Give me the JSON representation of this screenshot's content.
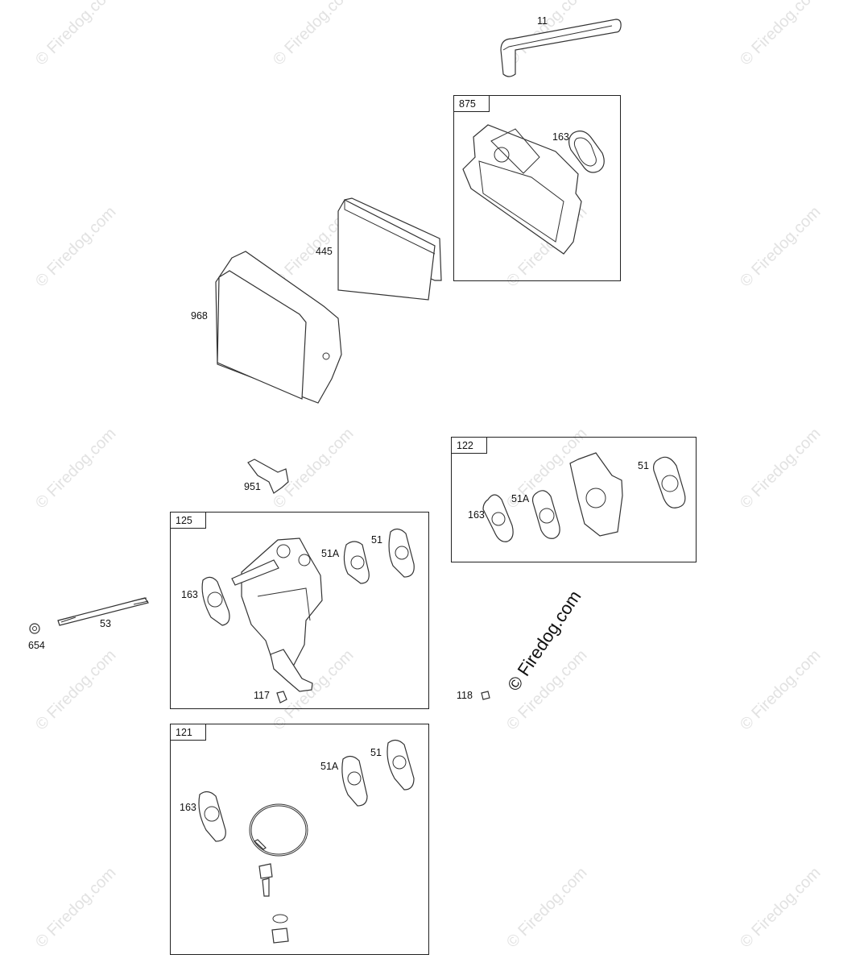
{
  "watermark": {
    "text": "© Firedog.com",
    "color": "#e2e2e2"
  },
  "center_watermark": {
    "text": "© Firedog.com"
  },
  "boxes": {
    "b875": "875",
    "b122": "122",
    "b125": "125",
    "b121": "121"
  },
  "labels": {
    "p11": "11",
    "p163a": "163",
    "p445": "445",
    "p968": "968",
    "p951": "951",
    "p122_163": "163",
    "p122_51a": "51A",
    "p122_51": "51",
    "p125_51a": "51A",
    "p125_51": "51",
    "p125_163": "163",
    "p53": "53",
    "p654": "654",
    "p117": "117",
    "p118": "118",
    "p121_51a": "51A",
    "p121_51": "51",
    "p121_163": "163"
  },
  "icons": [
    "breather-tube-icon",
    "breather-cover-icon",
    "gasket-icon",
    "air-filter-icon",
    "air-cleaner-cover-icon",
    "lever-icon",
    "carburetor-icon",
    "intake-elbow-icon",
    "stud-icon",
    "nut-icon",
    "float-bowl-kit-icon"
  ]
}
